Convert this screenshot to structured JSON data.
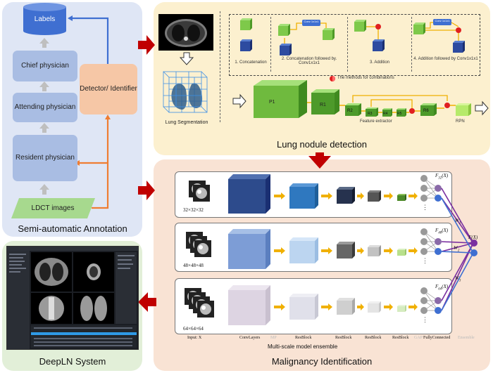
{
  "annotation": {
    "title": "Semi-automatic Annotation",
    "labels": "Labels",
    "chief": "Chief physician",
    "attending": "Attending physician",
    "resident": "Resident physician",
    "detector": "Detector/ Identifier",
    "ldct": "LDCT images"
  },
  "detection": {
    "title": "Lung nodule detection",
    "lung_seg": "Lung Segmentation",
    "methods": [
      {
        "label": "1. Concatenation"
      },
      {
        "label": "2. Concatenation followed by. Conv1x1x1",
        "conv": "Conv 1x1x1"
      },
      {
        "label": "3. Addition"
      },
      {
        "label": "4. Addition followed by Conv1x1x1",
        "conv": "Conv 1x1x1"
      }
    ],
    "methods_note": "The methods for combinations",
    "blocks": {
      "p1": "P1",
      "r1": "R1",
      "r2": "R2",
      "r3": "R3",
      "r4": "R4",
      "r5": "R5",
      "r6": "R6"
    },
    "feature_extractor": "Feature extractor",
    "rpn": "RPN"
  },
  "malignancy": {
    "title": "Malignancy Identification",
    "ensemble_caption": "Multi-scale model ensemble",
    "scales": [
      "32×32×32",
      "48×48×48",
      "64×64×64"
    ],
    "f_labels": [
      "F",
      "F",
      "F"
    ],
    "f_subs": [
      "32",
      "48",
      "64"
    ],
    "f_x": "(X)",
    "weights": [
      "W",
      "W",
      "W"
    ],
    "weight_subs": [
      "1",
      "2",
      "3"
    ],
    "output": "F(X)",
    "footer": {
      "input": "Input: X",
      "conv": "ConvLayers",
      "mp": "MP",
      "res1": "ResBlock",
      "res2": "ResBlock",
      "res3": "ResBlock",
      "res4": "ResBlock",
      "gap": "GAP",
      "fc": "FullyConnected",
      "ens": "Ensemble"
    }
  },
  "system": {
    "title": "DeepLN System"
  },
  "colors": {
    "panel_annotation": "#dfe6f5",
    "panel_detection": "#fcf0cf",
    "panel_malignancy": "#f9e3d4",
    "panel_system": "#e2efd8",
    "box_blue": "#a9bde3",
    "detector": "#f6c7a6",
    "ldct": "#a7d98e",
    "green_block": "#7ec94a",
    "big_arrow": "#c00000",
    "orange_link": "#ef7d32",
    "blue_link": "#3f6fd1",
    "ensemble_purple": "#7a2fa0"
  }
}
